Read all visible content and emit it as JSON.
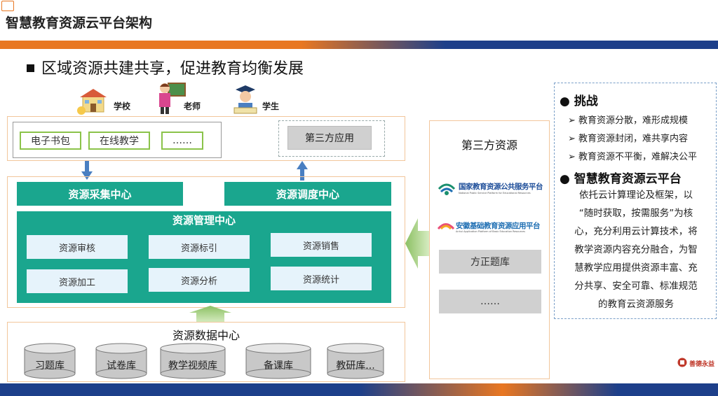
{
  "header": {
    "title": "智慧教育资源云平台架构"
  },
  "subtitle": "区域资源共建共享，促进教育均衡发展",
  "roles": [
    "学校",
    "老师",
    "学生"
  ],
  "apps": [
    "电子书包",
    "在线教学",
    "……"
  ],
  "third_app": "第三方应用",
  "centers": {
    "collect": "资源采集中心",
    "dispatch": "资源调度中心",
    "manage": "资源管理中心"
  },
  "manage_items": [
    "资源审核",
    "资源标引",
    "资源销售",
    "资源加工",
    "资源分析",
    "资源统计"
  ],
  "data_center": {
    "title": "资源数据中心",
    "dbs": [
      "习题库",
      "试卷库",
      "教学视频库",
      "备课库",
      "教研库..."
    ]
  },
  "third_resources": {
    "title": "第三方资源",
    "logo1_cn": "国家教育资源公共服务平台",
    "logo1_en": "National Public Service Platform for Educational Resources",
    "logo2_cn": "安徽基础教育资源应用平台",
    "logo2_en": "Anhui Application Platform of Basic Education Resources",
    "item1": "方正题库",
    "item2": "……"
  },
  "info": {
    "challenge_title": "挑战",
    "challenges": [
      "教育资源分散，难形成规模",
      "教育资源封闭，难共享内容",
      "教育资源不平衡，难解决公平"
    ],
    "platform_title": "智慧教育资源云平台",
    "platform_lines": [
      "依托云计算理论及框架，以",
      "“随时获取，按需服务”为核",
      "心，充分利用云计算技术，将",
      "教学资源内容充分融合，为智",
      "慧教学应用提供资源丰富、充",
      "分共享、安全可靠、标准规范",
      "的教育云资源服务"
    ]
  },
  "brand": "善德永益",
  "colors": {
    "teal": "#1aa68e",
    "cell": "#e6f3fb",
    "orange": "#e87722",
    "navy": "#1d3f8a",
    "arrow_blue": "#4a7fc1",
    "arrow_green": "#9acb6b"
  },
  "icons": [
    "school-icon",
    "teacher-icon",
    "student-icon",
    "database-icon"
  ]
}
